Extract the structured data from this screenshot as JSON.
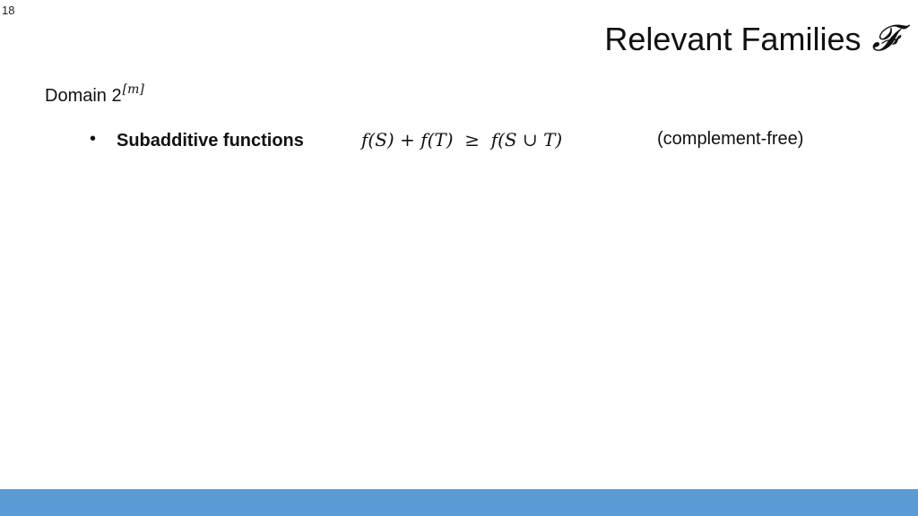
{
  "slide": {
    "number": "18",
    "title": "Relevant Families",
    "title_symbol": "𝓕"
  },
  "content": {
    "domain_label": "Domain 2",
    "domain_superscript": "[m]",
    "bullets": [
      {
        "marker": "•",
        "term": "Subadditive functions",
        "formula": "f(S) + f(T)  ≥  f(S ∪ T)",
        "note": "(complement-free)"
      }
    ]
  },
  "colors": {
    "bottom_bar": "#5b9bd5"
  }
}
